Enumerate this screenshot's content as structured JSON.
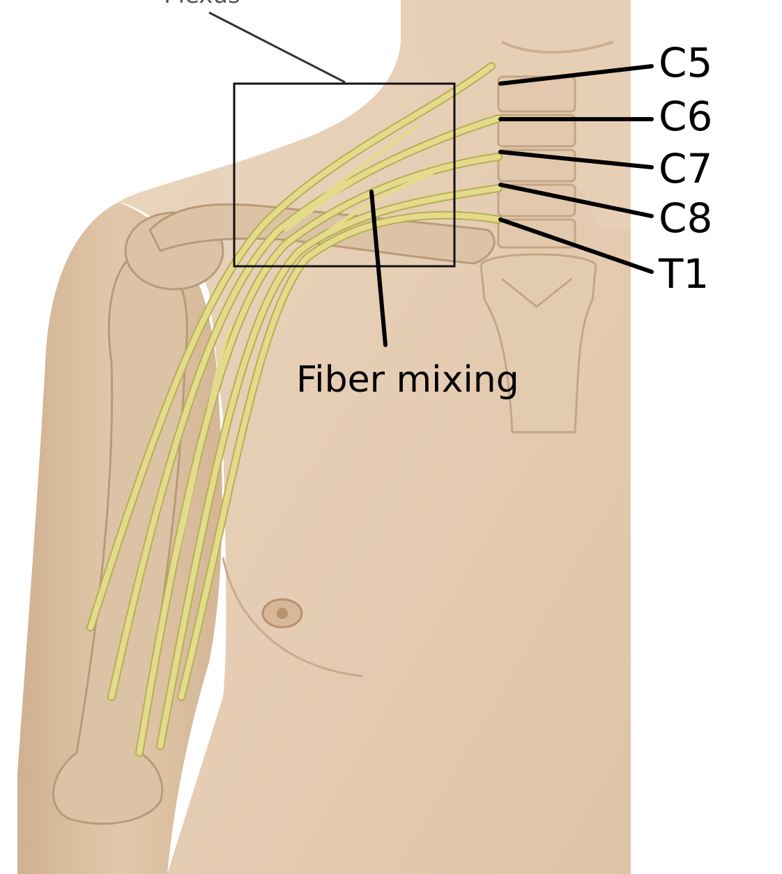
{
  "diagram": {
    "title_partial": "Plexus",
    "nerve_roots": [
      {
        "id": "c5",
        "label": "C5"
      },
      {
        "id": "c6",
        "label": "C6"
      },
      {
        "id": "c7",
        "label": "C7"
      },
      {
        "id": "c8",
        "label": "C8"
      },
      {
        "id": "t1",
        "label": "T1"
      }
    ],
    "region_label": "Fiber mixing"
  },
  "colors": {
    "skin": "#e6ccb0",
    "skin_shadow": "#cfae8c",
    "bone": "#d9bf9f",
    "nerve": "#e4dc8c",
    "nerve_outline": "#b8ad52",
    "leader": "#000000"
  }
}
